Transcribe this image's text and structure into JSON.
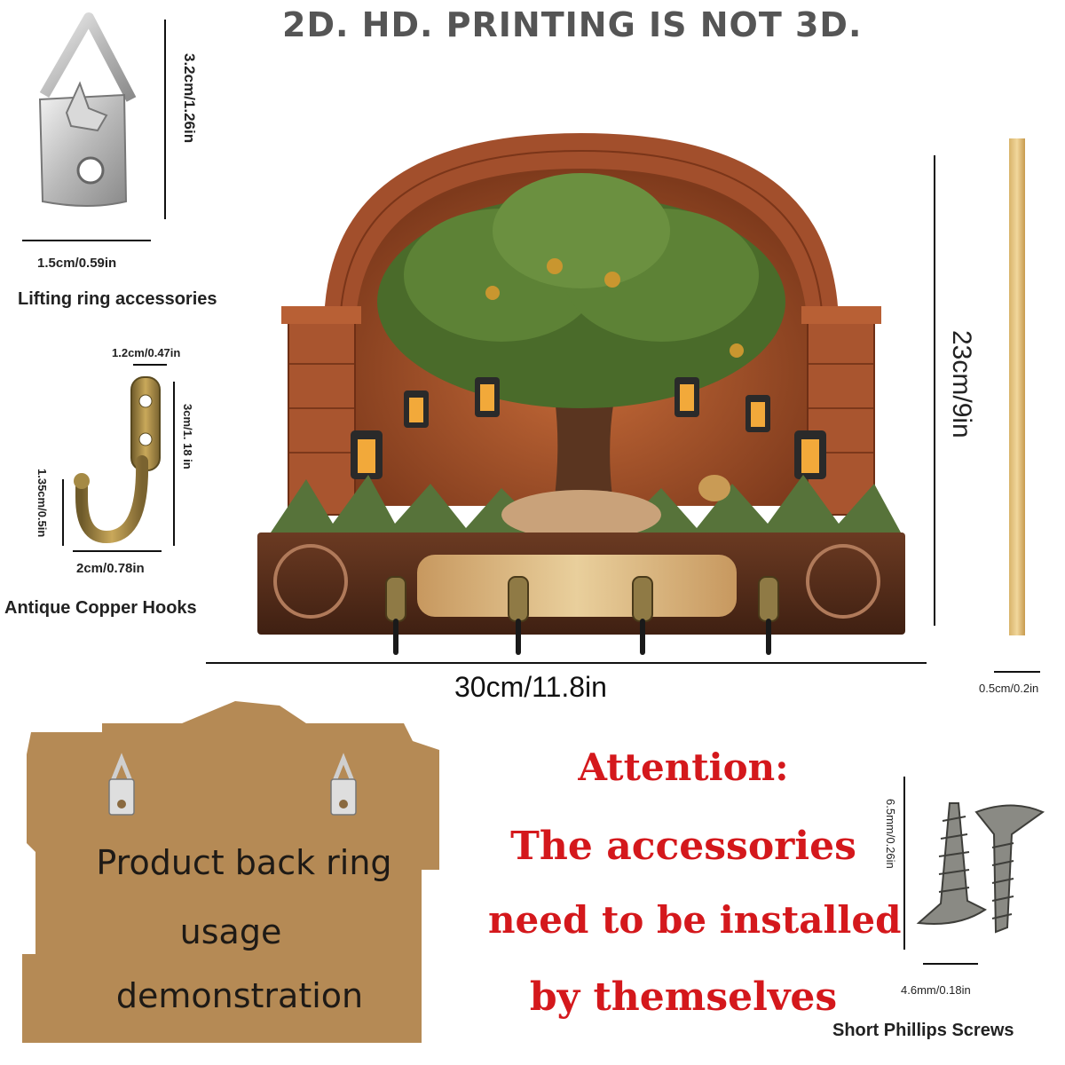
{
  "headline": "2D. HD. PRINTING IS NOT 3D.",
  "lifting_ring": {
    "height_label": "3.2cm/1.26in",
    "width_label": "1.5cm/0.59in",
    "caption": "Lifting ring accessories"
  },
  "hook": {
    "top_width_label": "1.2cm/0.47in",
    "height_label": "3cm/1. 18 in",
    "side_label": "1.35cm/0.5in",
    "bottom_width_label": "2cm/0.78in",
    "caption": "Antique Copper Hooks"
  },
  "product": {
    "height_label": "23cm/9in",
    "width_label": "30cm/11.8in",
    "thickness_label": "0.5cm/0.2in"
  },
  "back_demo": {
    "line1": "Product back ring",
    "line2": "usage",
    "line3": "demonstration"
  },
  "attention": {
    "title": "Attention:",
    "line1": "The accessories",
    "line2": "need to be installed",
    "line3": "by themselves"
  },
  "screws": {
    "height_label": "6.5mm/0.26in",
    "width_label": "4.6mm/0.18in",
    "caption": "Short Phillips Screws"
  },
  "colors": {
    "attention_red": "#d4181c",
    "board_tan": "#b58a55",
    "brick": "#a24f2c",
    "wood": "#5e3220"
  }
}
